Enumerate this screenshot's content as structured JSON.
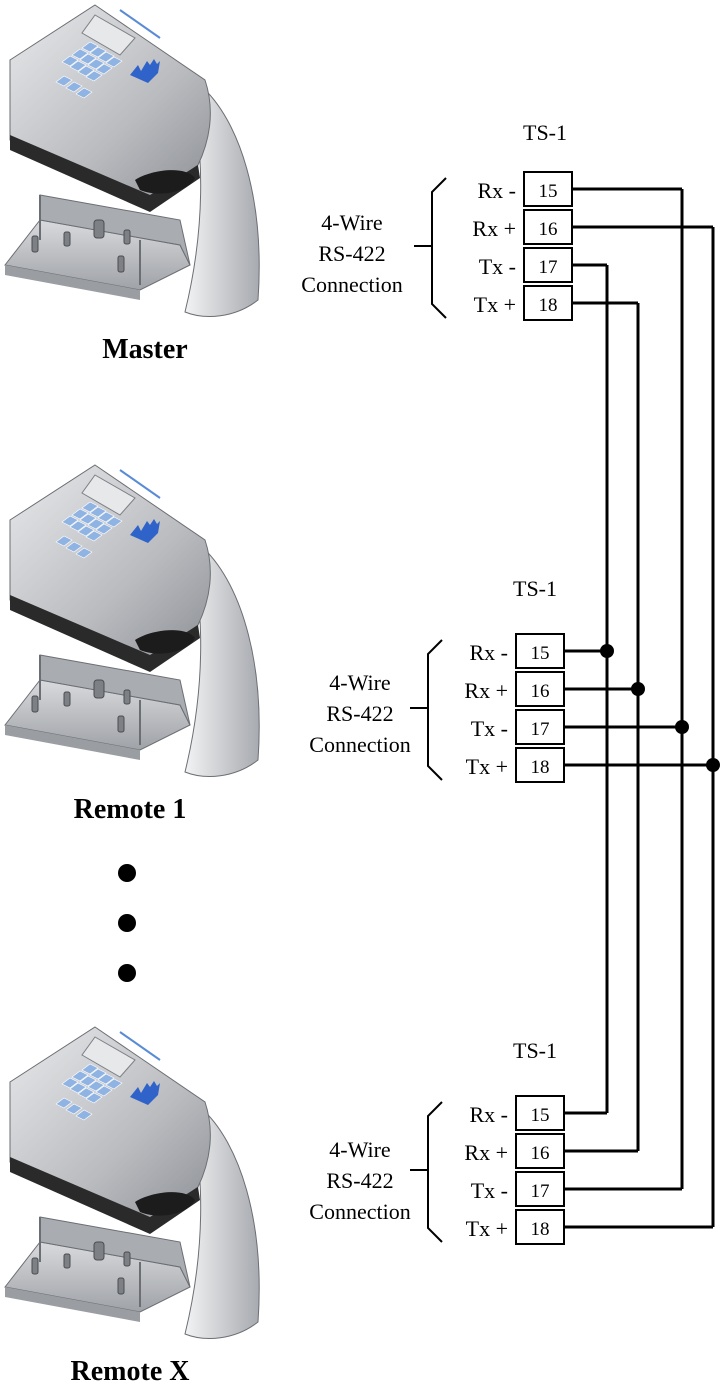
{
  "devices": [
    {
      "name": "Master"
    },
    {
      "name": "Remote 1"
    },
    {
      "name": "Remote X"
    }
  ],
  "terminal_strip": {
    "label": "TS-1",
    "connection_label": [
      "4-Wire",
      "RS-422",
      "Connection"
    ],
    "pins": [
      {
        "signal": "Rx -",
        "number": "15"
      },
      {
        "signal": "Rx +",
        "number": "16"
      },
      {
        "signal": "Tx -",
        "number": "17"
      },
      {
        "signal": "Tx +",
        "number": "18"
      }
    ]
  },
  "ellipsis": "⋮",
  "colors": {
    "device_body": "#c9cbcf",
    "device_dark": "#2a2a2a",
    "keypad": "#8fb4e3",
    "hand_icon": "#2f63c9"
  }
}
